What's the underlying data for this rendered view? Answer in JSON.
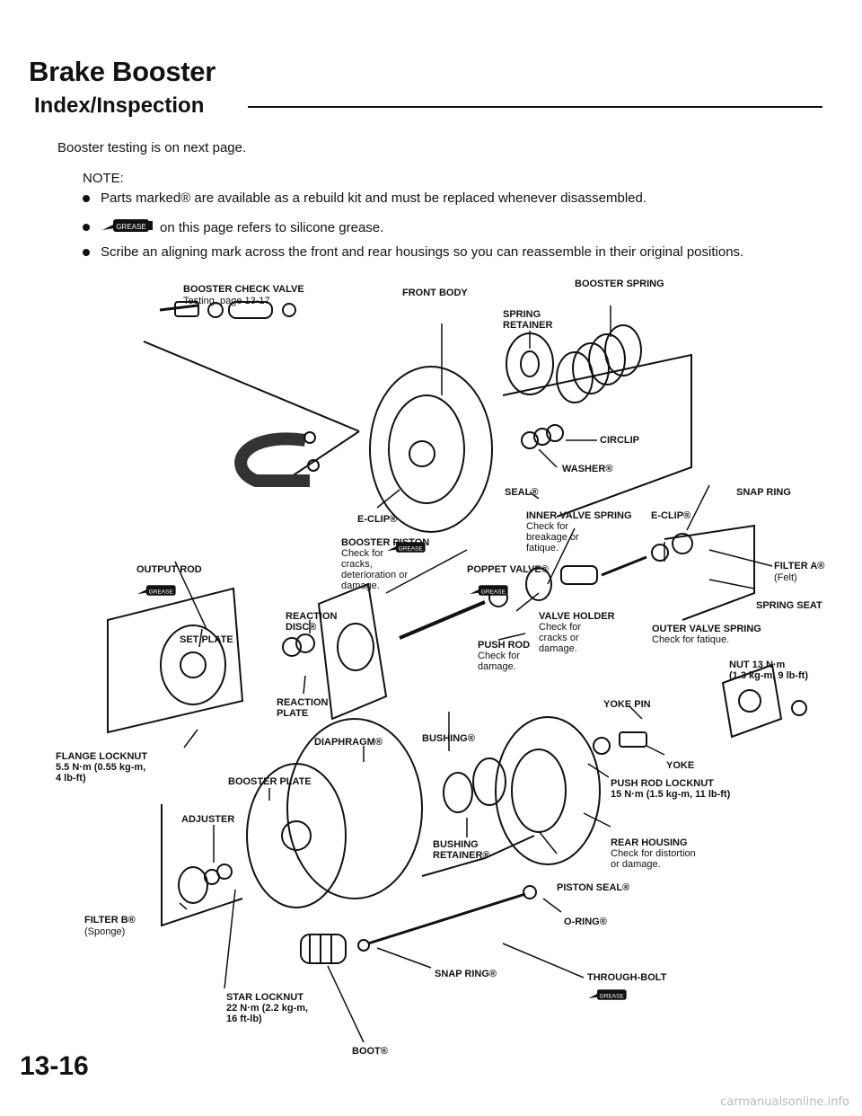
{
  "page": {
    "title": "Brake Booster",
    "subtitle": "Index/Inspection",
    "intro": "Booster testing is on next page.",
    "note_label": "NOTE:",
    "notes": [
      "Parts marked® are available as a rebuild kit and must be replaced whenever disassembled.",
      "on this page refers to silicone grease.",
      "Scribe an aligning mark across the front and rear housings so you can reassemble in their original positions."
    ],
    "grease_icon_text": "GREASE",
    "page_number": "13-16",
    "watermark": "carmanualsonline.info"
  },
  "labels": {
    "check_valve": "BOOSTER CHECK VALVE",
    "check_valve_sub": "Testing, page 13-17",
    "front_body": "FRONT BODY",
    "booster_spring": "BOOSTER SPRING",
    "spring_retainer": "SPRING\nRETAINER",
    "circlip": "CIRCLIP",
    "washer": "WASHER®",
    "seal": "SEAL®",
    "snap_ring": "SNAP RING",
    "e_clip_left": "E-CLIP®",
    "inner_valve_spring": "INNER VALVE SPRING",
    "inner_valve_spring_sub": "Check for\nbreakage or\nfatique.",
    "e_clip_right": "E-CLIP®",
    "booster_piston": "BOOSTER PISTON",
    "booster_piston_sub": "Check for\ncracks,\ndeterioration or\ndamage.",
    "output_rod": "OUTPUT ROD",
    "poppet_valve": "POPPET VALVE®",
    "filter_a": "FILTER A®",
    "filter_a_sub": "(Felt)",
    "spring_seat": "SPRING SEAT",
    "reaction_disc": "REACTION\nDISC®",
    "set_plate": "SET PLATE",
    "valve_holder": "VALVE HOLDER",
    "valve_holder_sub": "Check for\ncracks or\ndamage.",
    "push_rod": "PUSH ROD",
    "push_rod_sub": "Check for\ndamage.",
    "outer_valve_spring": "OUTER VALVE SPRING",
    "outer_valve_spring_sub": "Check for fatique.",
    "nut": "NUT 13 N·m\n(1.3 kg-m, 9 lb-ft)",
    "reaction_plate": "REACTION\nPLATE",
    "yoke_pin": "YOKE PIN",
    "bushing": "BUSHING®",
    "diaphragm": "DIAPHRAGM®",
    "flange_locknut": "FLANGE LOCKNUT\n5.5 N·m (0.55 kg-m,\n4 lb-ft)",
    "yoke": "YOKE",
    "booster_plate": "BOOSTER PLATE",
    "push_rod_locknut": "PUSH ROD LOCKNUT\n15 N·m (1.5 kg-m, 11 lb-ft)",
    "adjuster": "ADJUSTER",
    "bushing_retainer": "BUSHING\nRETAINER®",
    "rear_housing": "REAR HOUSING",
    "rear_housing_sub": "Check for distortion\nor damage.",
    "piston_seal": "PISTON SEAL®",
    "filter_b": "FILTER B®",
    "filter_b_sub": "(Sponge)",
    "o_ring": "O-RING®",
    "snap_ring_lower": "SNAP RING®",
    "through_bolt": "THROUGH-BOLT",
    "star_locknut": "STAR LOCKNUT\n22 N·m (2.2 kg-m,\n16 ft-lb)",
    "boot": "BOOT®"
  }
}
